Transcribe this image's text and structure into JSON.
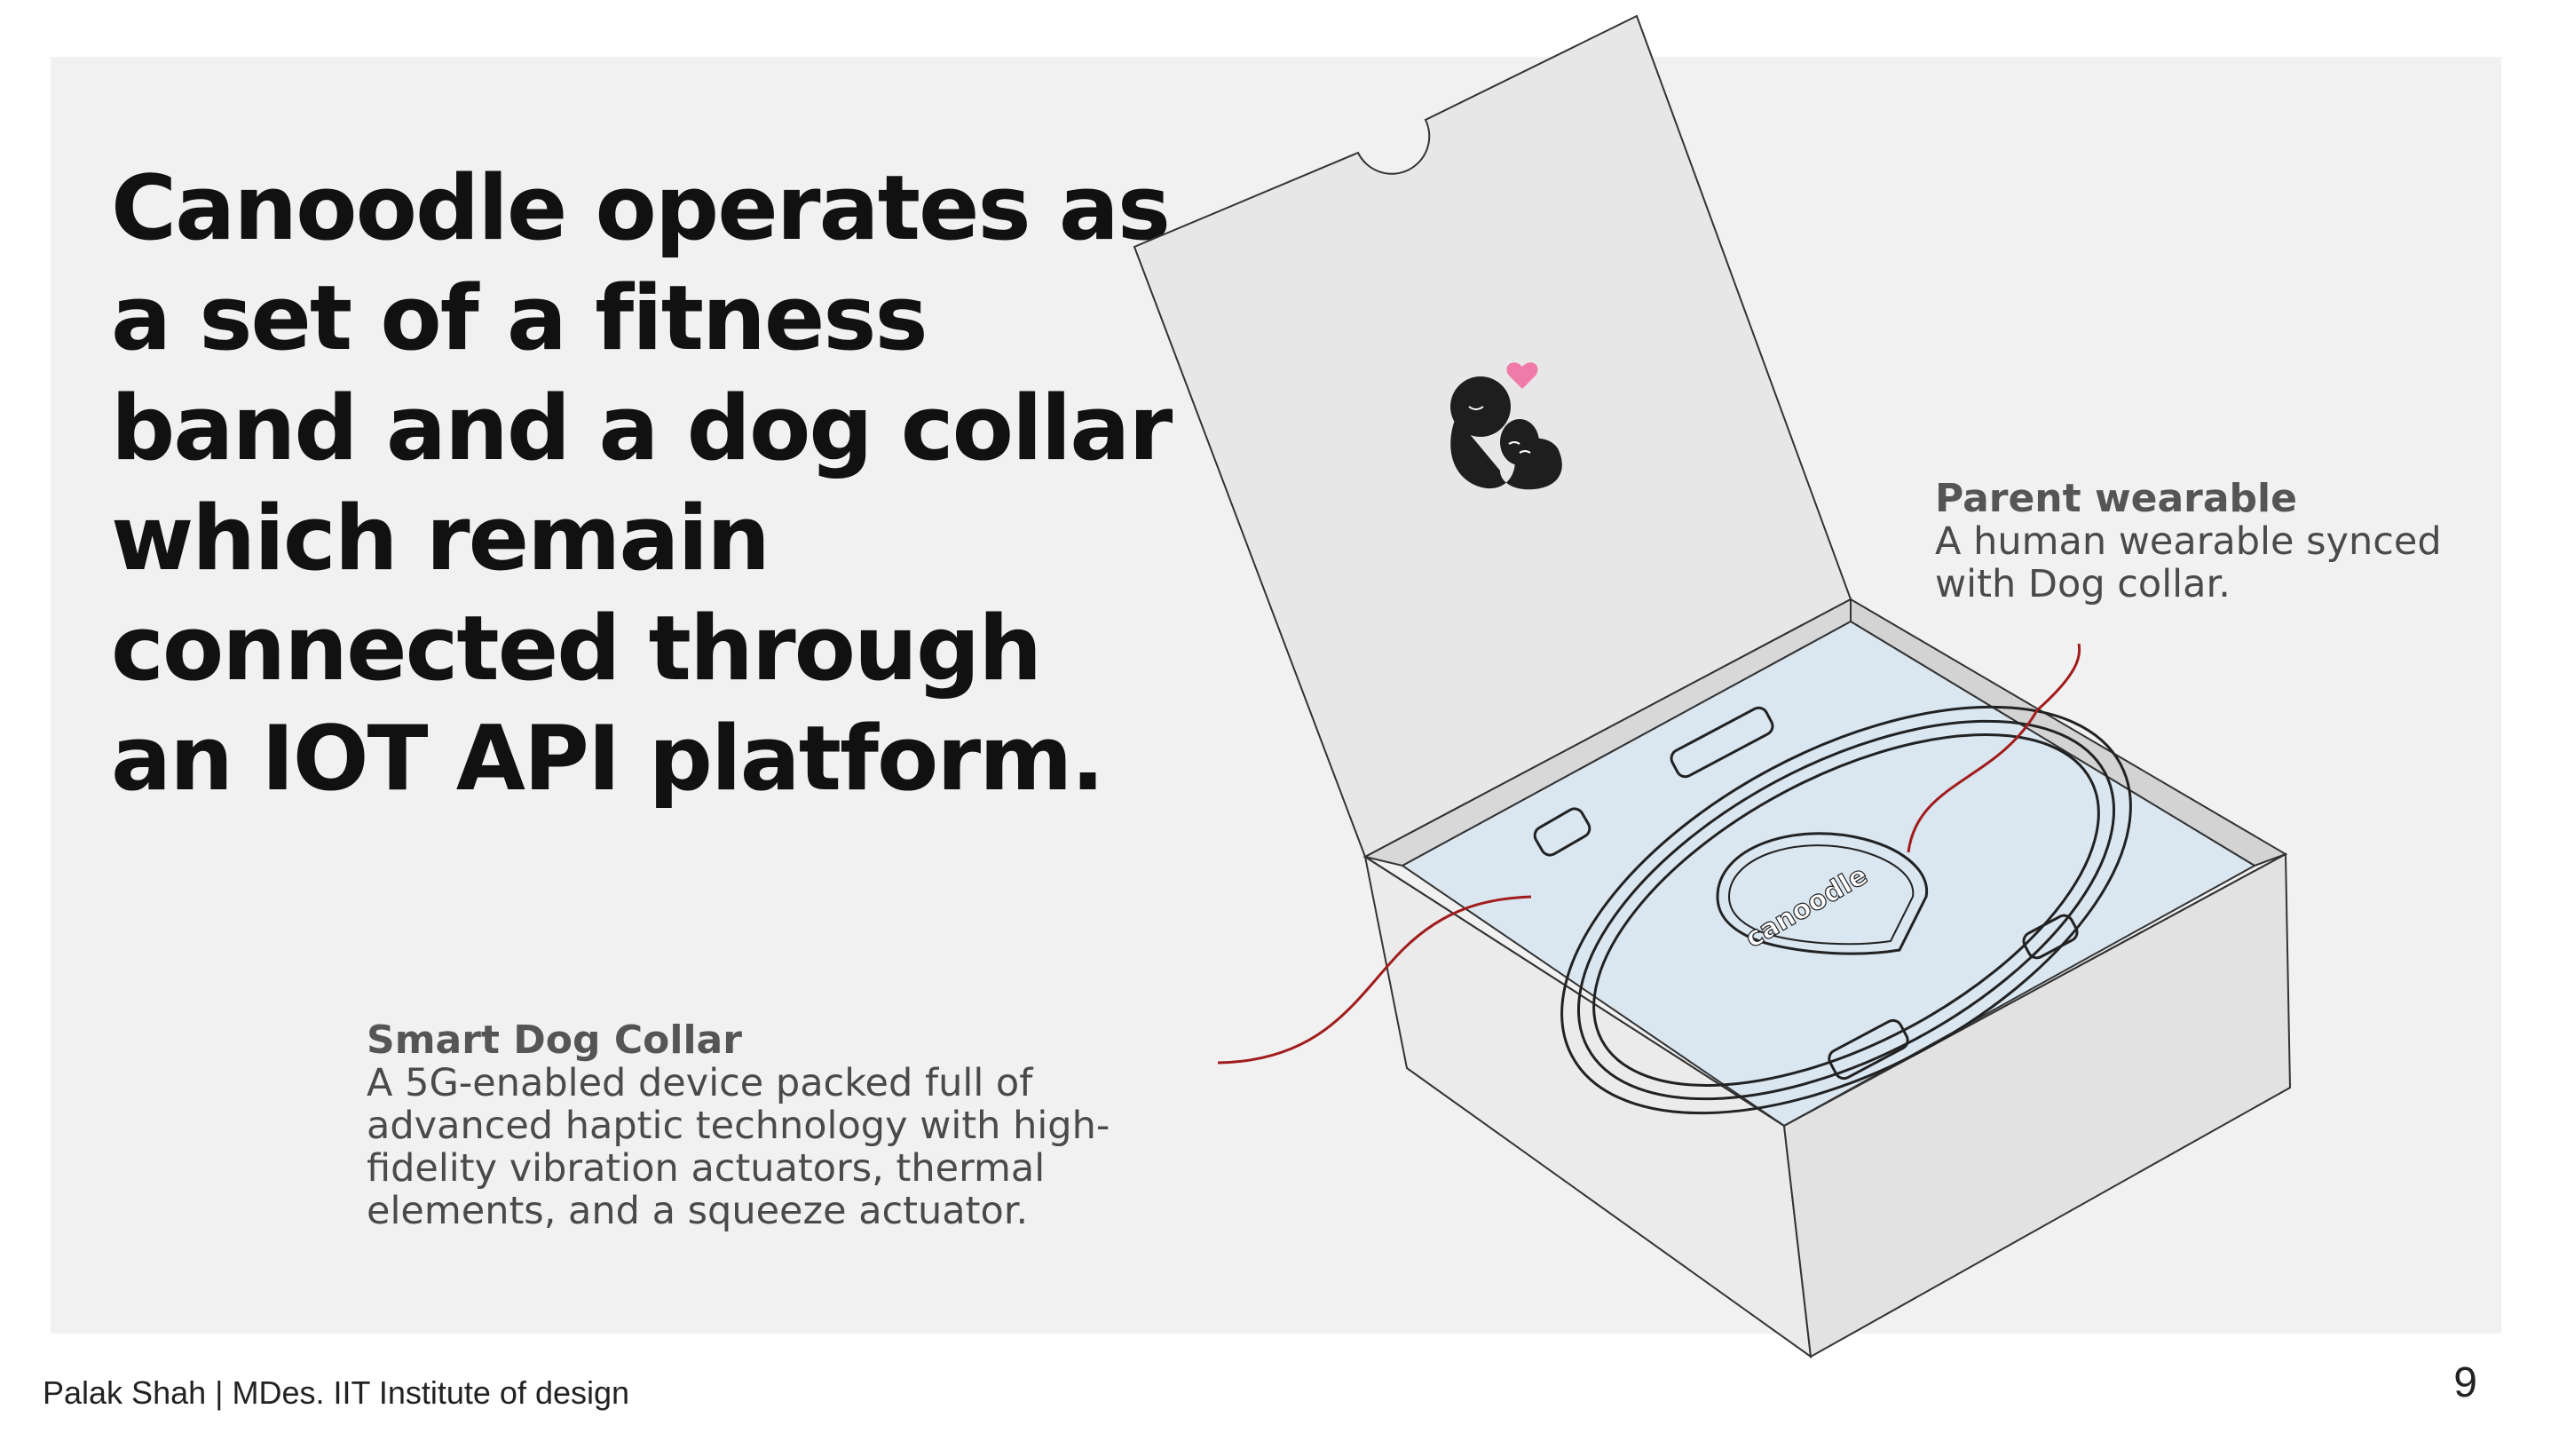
{
  "headline": "Canoodle operates as a set of a fitness band and a dog collar which remain connected through an IOT API platform.",
  "parent_wearable": {
    "title": "Parent wearable",
    "description": "A human wearable synced with Dog collar."
  },
  "smart_dog_collar": {
    "title": "Smart Dog Collar",
    "description": "A 5G-enabled device packed full of advanced haptic technology with high-fidelity vibration actuators, thermal elements, and a squeeze actuator."
  },
  "product_logo_text": "canoodle",
  "footer": {
    "credit": "Palak Shah | MDes. IIT Institute of design",
    "page_number": "9"
  },
  "colors": {
    "panel_background": "#f1f1f1",
    "box_inner": "#dae6f0",
    "leader_line": "#a11c1c",
    "heart": "#f07aa8"
  }
}
